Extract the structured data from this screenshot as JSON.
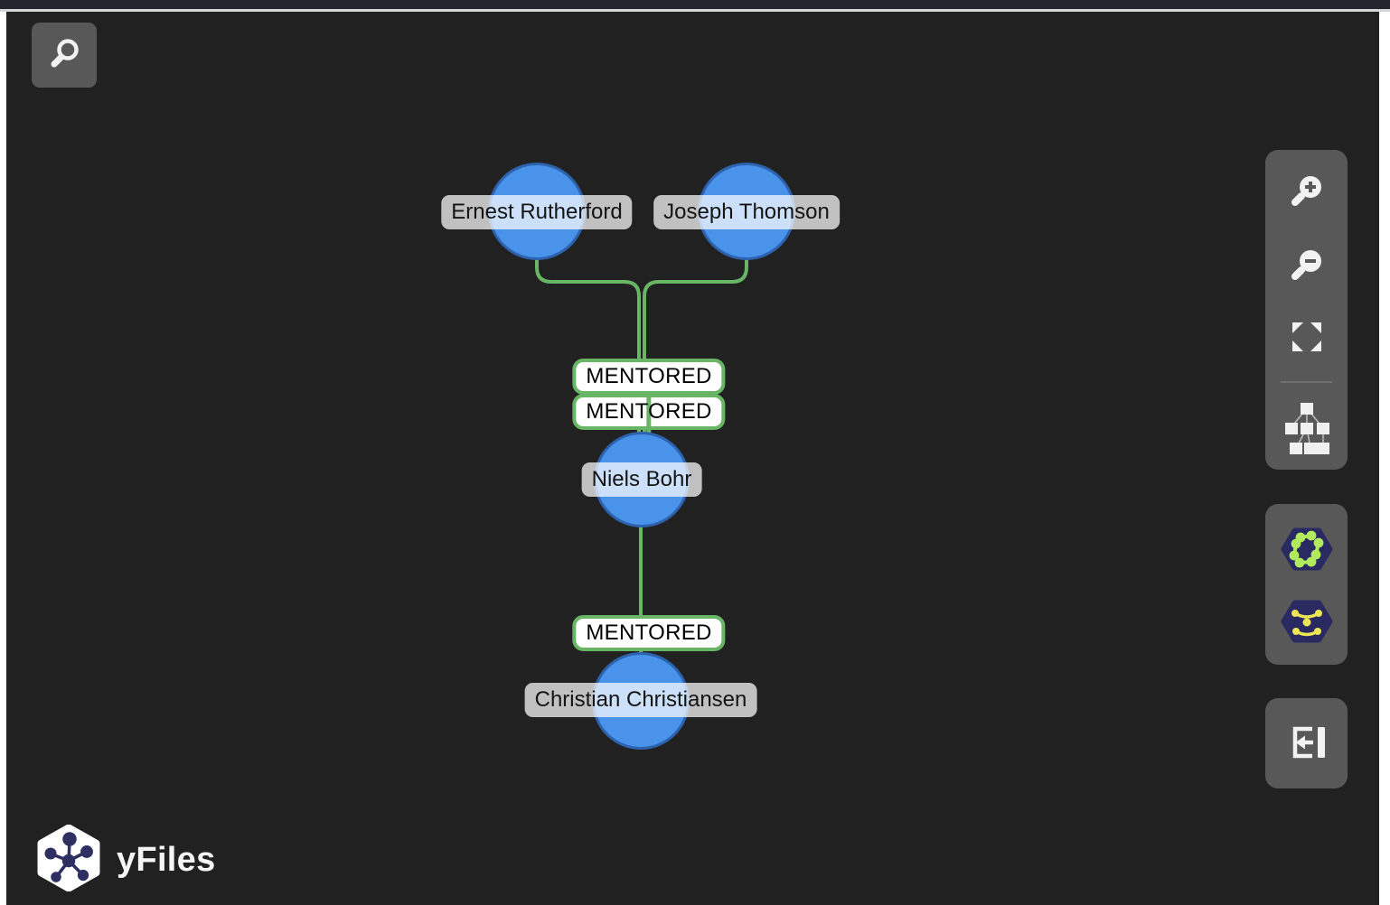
{
  "window": {
    "topbar_color": "#23252f",
    "canvas_color": "#212121"
  },
  "search": {
    "icon": "search-icon"
  },
  "graph": {
    "nodes": [
      {
        "label": "Ernest Rutherford"
      },
      {
        "label": "Joseph Thomson"
      },
      {
        "label": "Niels Bohr"
      },
      {
        "label": "Christian Christiansen"
      }
    ],
    "edges": [
      {
        "from": "Ernest Rutherford",
        "to": "Niels Bohr",
        "label": "MENTORED"
      },
      {
        "from": "Joseph Thomson",
        "to": "Niels Bohr",
        "label": "MENTORED"
      },
      {
        "from": "Niels Bohr",
        "to": "Christian Christiansen",
        "label": "MENTORED"
      }
    ],
    "colors": {
      "node_fill": "#4a93ea",
      "node_stroke": "#2d63ae",
      "edge_green": "#68b565",
      "edge_label_bg": "#ffffff",
      "edge_label_text": "#000000",
      "node_label_bg": "rgba(255,255,255,0.72)"
    }
  },
  "toolbar": {
    "panel_color": "#585858",
    "badge_color": "#2a2a63",
    "buttons": [
      {
        "icon": "zoom-in-icon"
      },
      {
        "icon": "zoom-out-icon"
      },
      {
        "icon": "fit-content-icon"
      },
      {
        "icon": "hierarchic-layout-icon"
      }
    ],
    "layout_buttons": [
      {
        "icon": "organic-layout-icon",
        "glyph_color": "#b2ea5e"
      },
      {
        "icon": "circular-layout-icon",
        "glyph_color": "#ece654"
      }
    ],
    "panel_buttons": [
      {
        "icon": "collapse-panel-icon"
      }
    ]
  },
  "branding": {
    "logo_text": "yFiles"
  }
}
